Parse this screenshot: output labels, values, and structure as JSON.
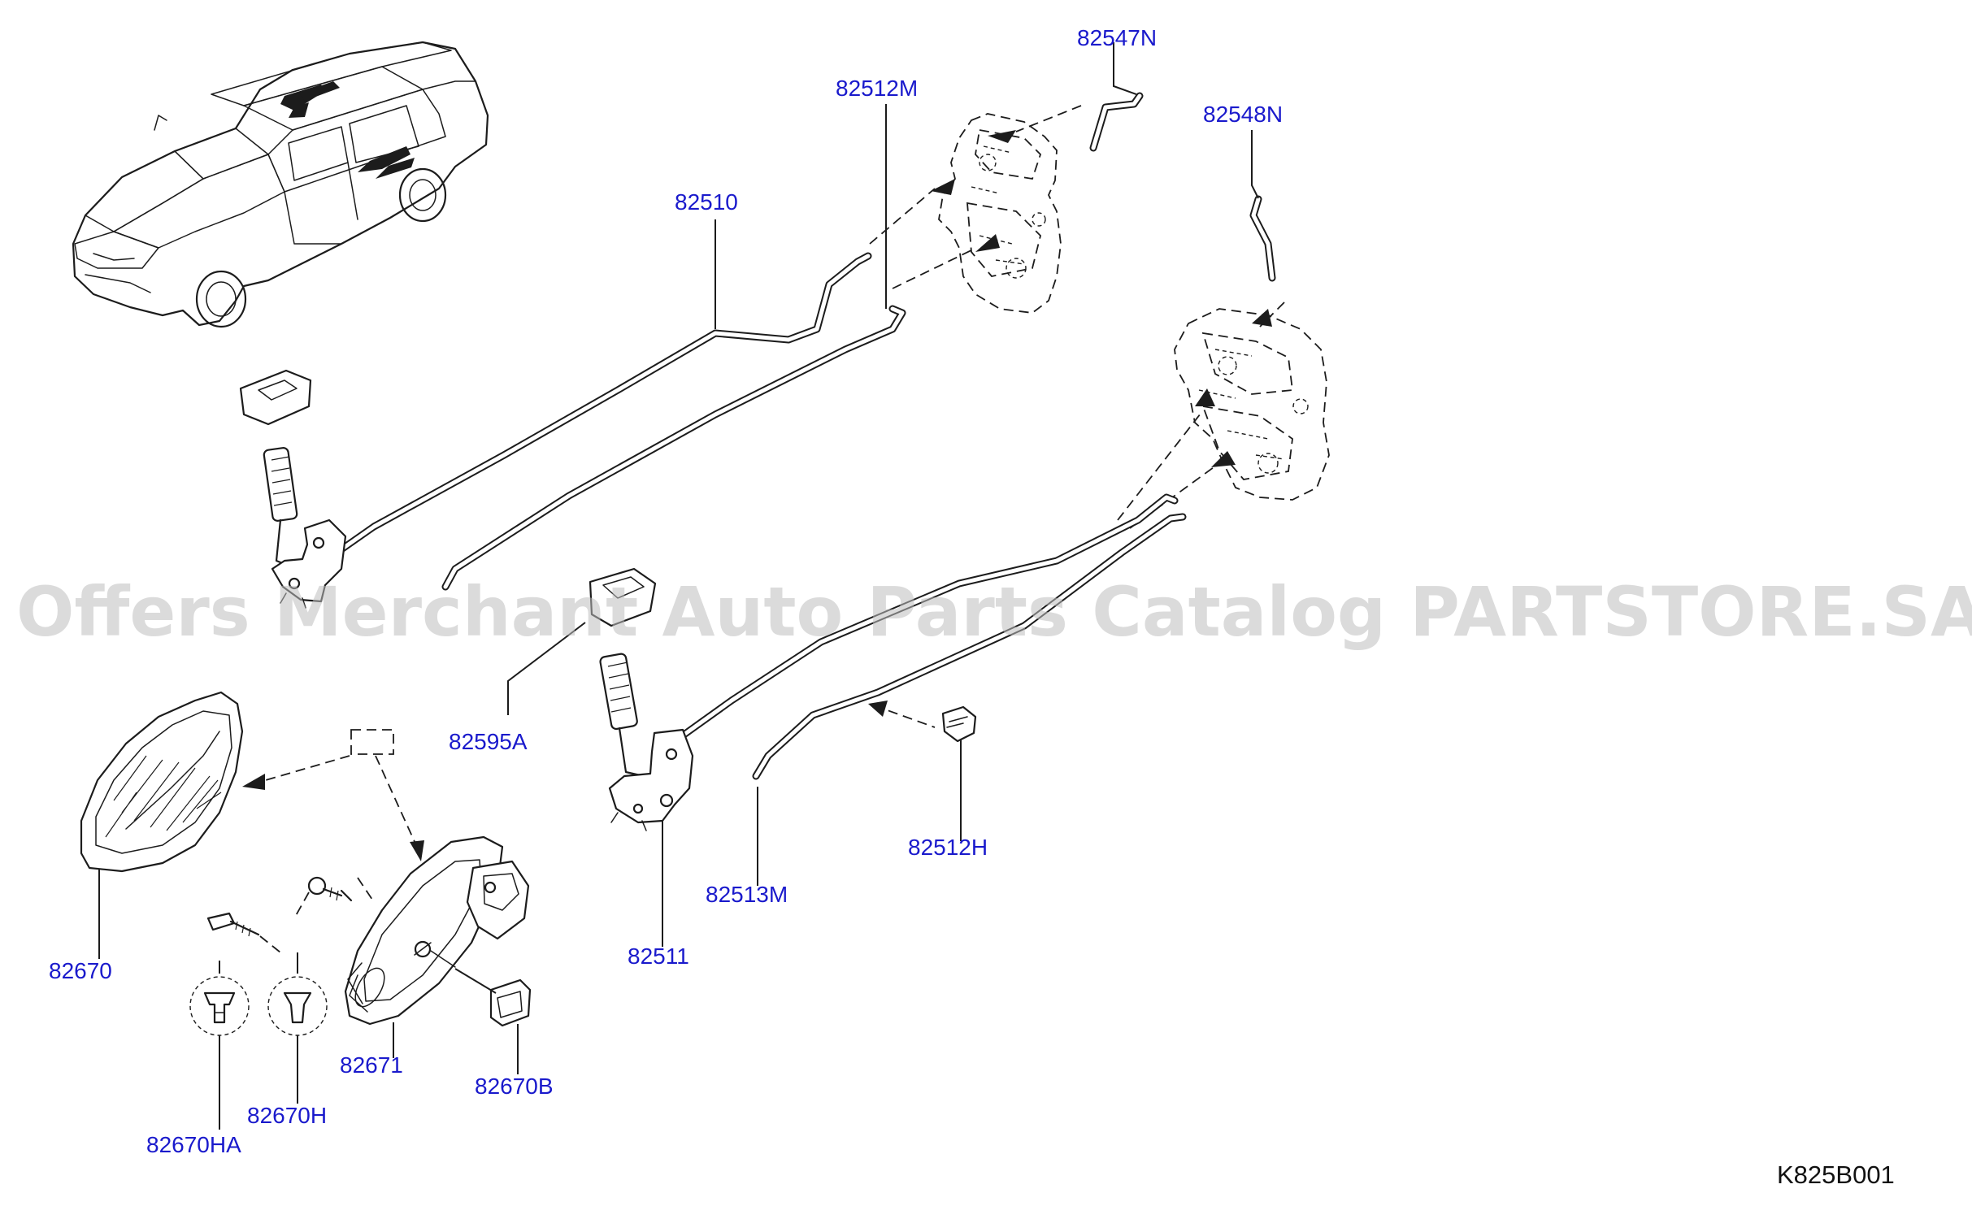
{
  "diagram": {
    "part_labels": {
      "p82547N": "82547N",
      "p82512M": "82512M",
      "p82548N": "82548N",
      "p82510": "82510",
      "p82595A": "82595A",
      "p82512H": "82512H",
      "p82513M": "82513M",
      "p82511": "82511",
      "p82670": "82670",
      "p82671": "82671",
      "p82670B": "82670B",
      "p82670H": "82670H",
      "p82670HA": "82670HA"
    },
    "diagram_code": "K825B001",
    "watermark": "Offers Merchant Auto Parts Catalog PARTSTORE.SA"
  }
}
